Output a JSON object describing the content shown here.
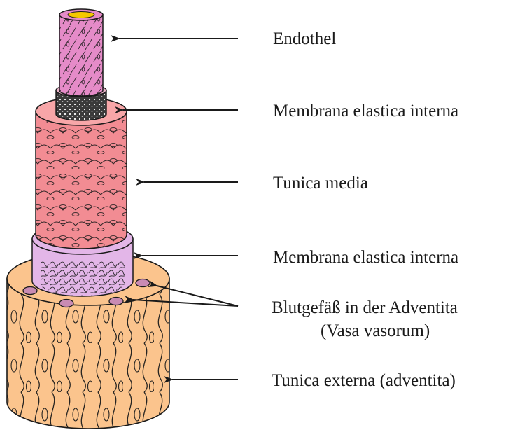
{
  "labels": {
    "endothel": "Endothel",
    "elastica_interna_upper": "Membrana elastica interna",
    "tunica_media": "Tunica media",
    "elastica_interna_lower": "Membrana elastica interna",
    "vasa_line1": "Blutgefäß in der Adventita",
    "vasa_line2": "(Vasa vasorum)",
    "tunica_externa": "Tunica externa (adventita)"
  },
  "colors": {
    "endothel": "#e58bc8",
    "endothel_lumen": "#f5c800",
    "interna_band": "#2e2e2e",
    "media": "#f28c93",
    "media_top": "#f7a6a8",
    "lower_band": "#e3b6e8",
    "adventitia": "#fbc48d",
    "vessel": "#c98bb3",
    "ink": "#1a1a1a"
  }
}
